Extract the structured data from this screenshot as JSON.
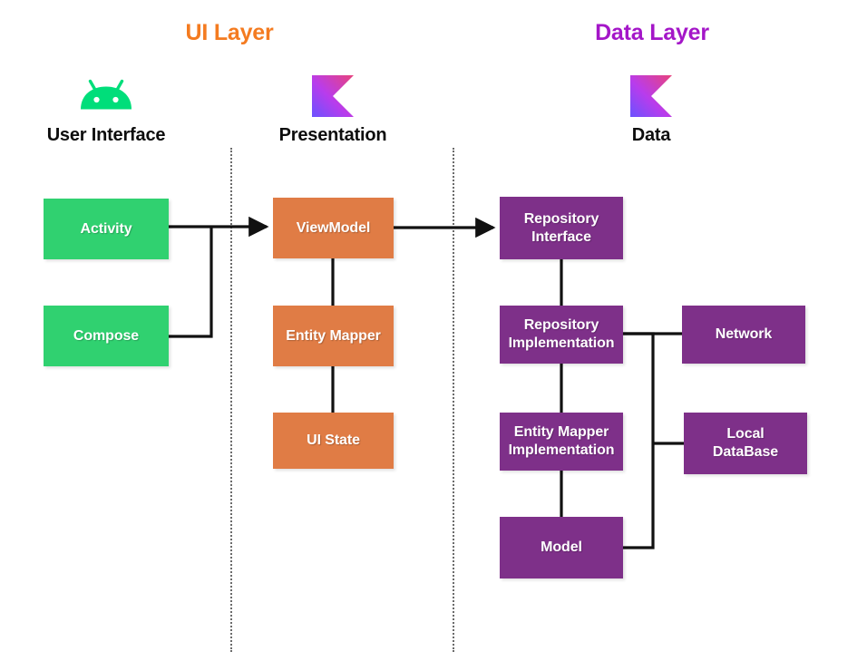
{
  "diagram": {
    "title_ui_layer": "UI Layer",
    "title_data_layer": "Data Layer",
    "colors": {
      "ui_layer_title": "#F47B20",
      "data_layer_title": "#A416C8",
      "green_box": "#30D170",
      "orange_box": "#E07C45",
      "purple_box": "#7E3089",
      "connector": "#111111",
      "divider": "#6b6b6b",
      "background": "#ffffff"
    }
  },
  "columns": [
    {
      "label": "User Interface",
      "icon": "android-robot-icon"
    },
    {
      "label": "Presentation",
      "icon": "kotlin-logo-icon"
    },
    {
      "label": "Data",
      "icon": "kotlin-logo-icon"
    }
  ],
  "nodes": {
    "activity": "Activity",
    "compose": "Compose",
    "viewmodel": "ViewModel",
    "entity_mapper": "Entity Mapper",
    "ui_state": "UI State",
    "repository_interface_line1": "Repository",
    "repository_interface_line2": "Interface",
    "repository_implementation_line1": "Repository",
    "repository_implementation_line2": "Implementation",
    "entity_mapper_implementation_line1": "Entity Mapper",
    "entity_mapper_implementation_line2": "Implementation",
    "model": "Model",
    "network": "Network",
    "local_database_line1": "Local",
    "local_database_line2": "DataBase"
  },
  "connections": [
    {
      "from": "activity",
      "to": "viewmodel",
      "arrow": true
    },
    {
      "from": "compose",
      "to": "viewmodel",
      "arrow": true
    },
    {
      "from": "viewmodel",
      "to": "repository_interface",
      "arrow": true
    },
    {
      "from": "viewmodel",
      "to": "entity_mapper",
      "arrow": false
    },
    {
      "from": "entity_mapper",
      "to": "ui_state",
      "arrow": false
    },
    {
      "from": "repository_interface",
      "to": "repository_implementation",
      "arrow": false
    },
    {
      "from": "repository_implementation",
      "to": "entity_mapper_implementation",
      "arrow": false
    },
    {
      "from": "entity_mapper_implementation",
      "to": "model",
      "arrow": false
    },
    {
      "from": "repository_implementation",
      "to": "network",
      "arrow": false
    },
    {
      "from": "repository_implementation",
      "to": "local_database",
      "arrow": false
    },
    {
      "from": "model",
      "to": "local_database",
      "arrow": false
    }
  ]
}
